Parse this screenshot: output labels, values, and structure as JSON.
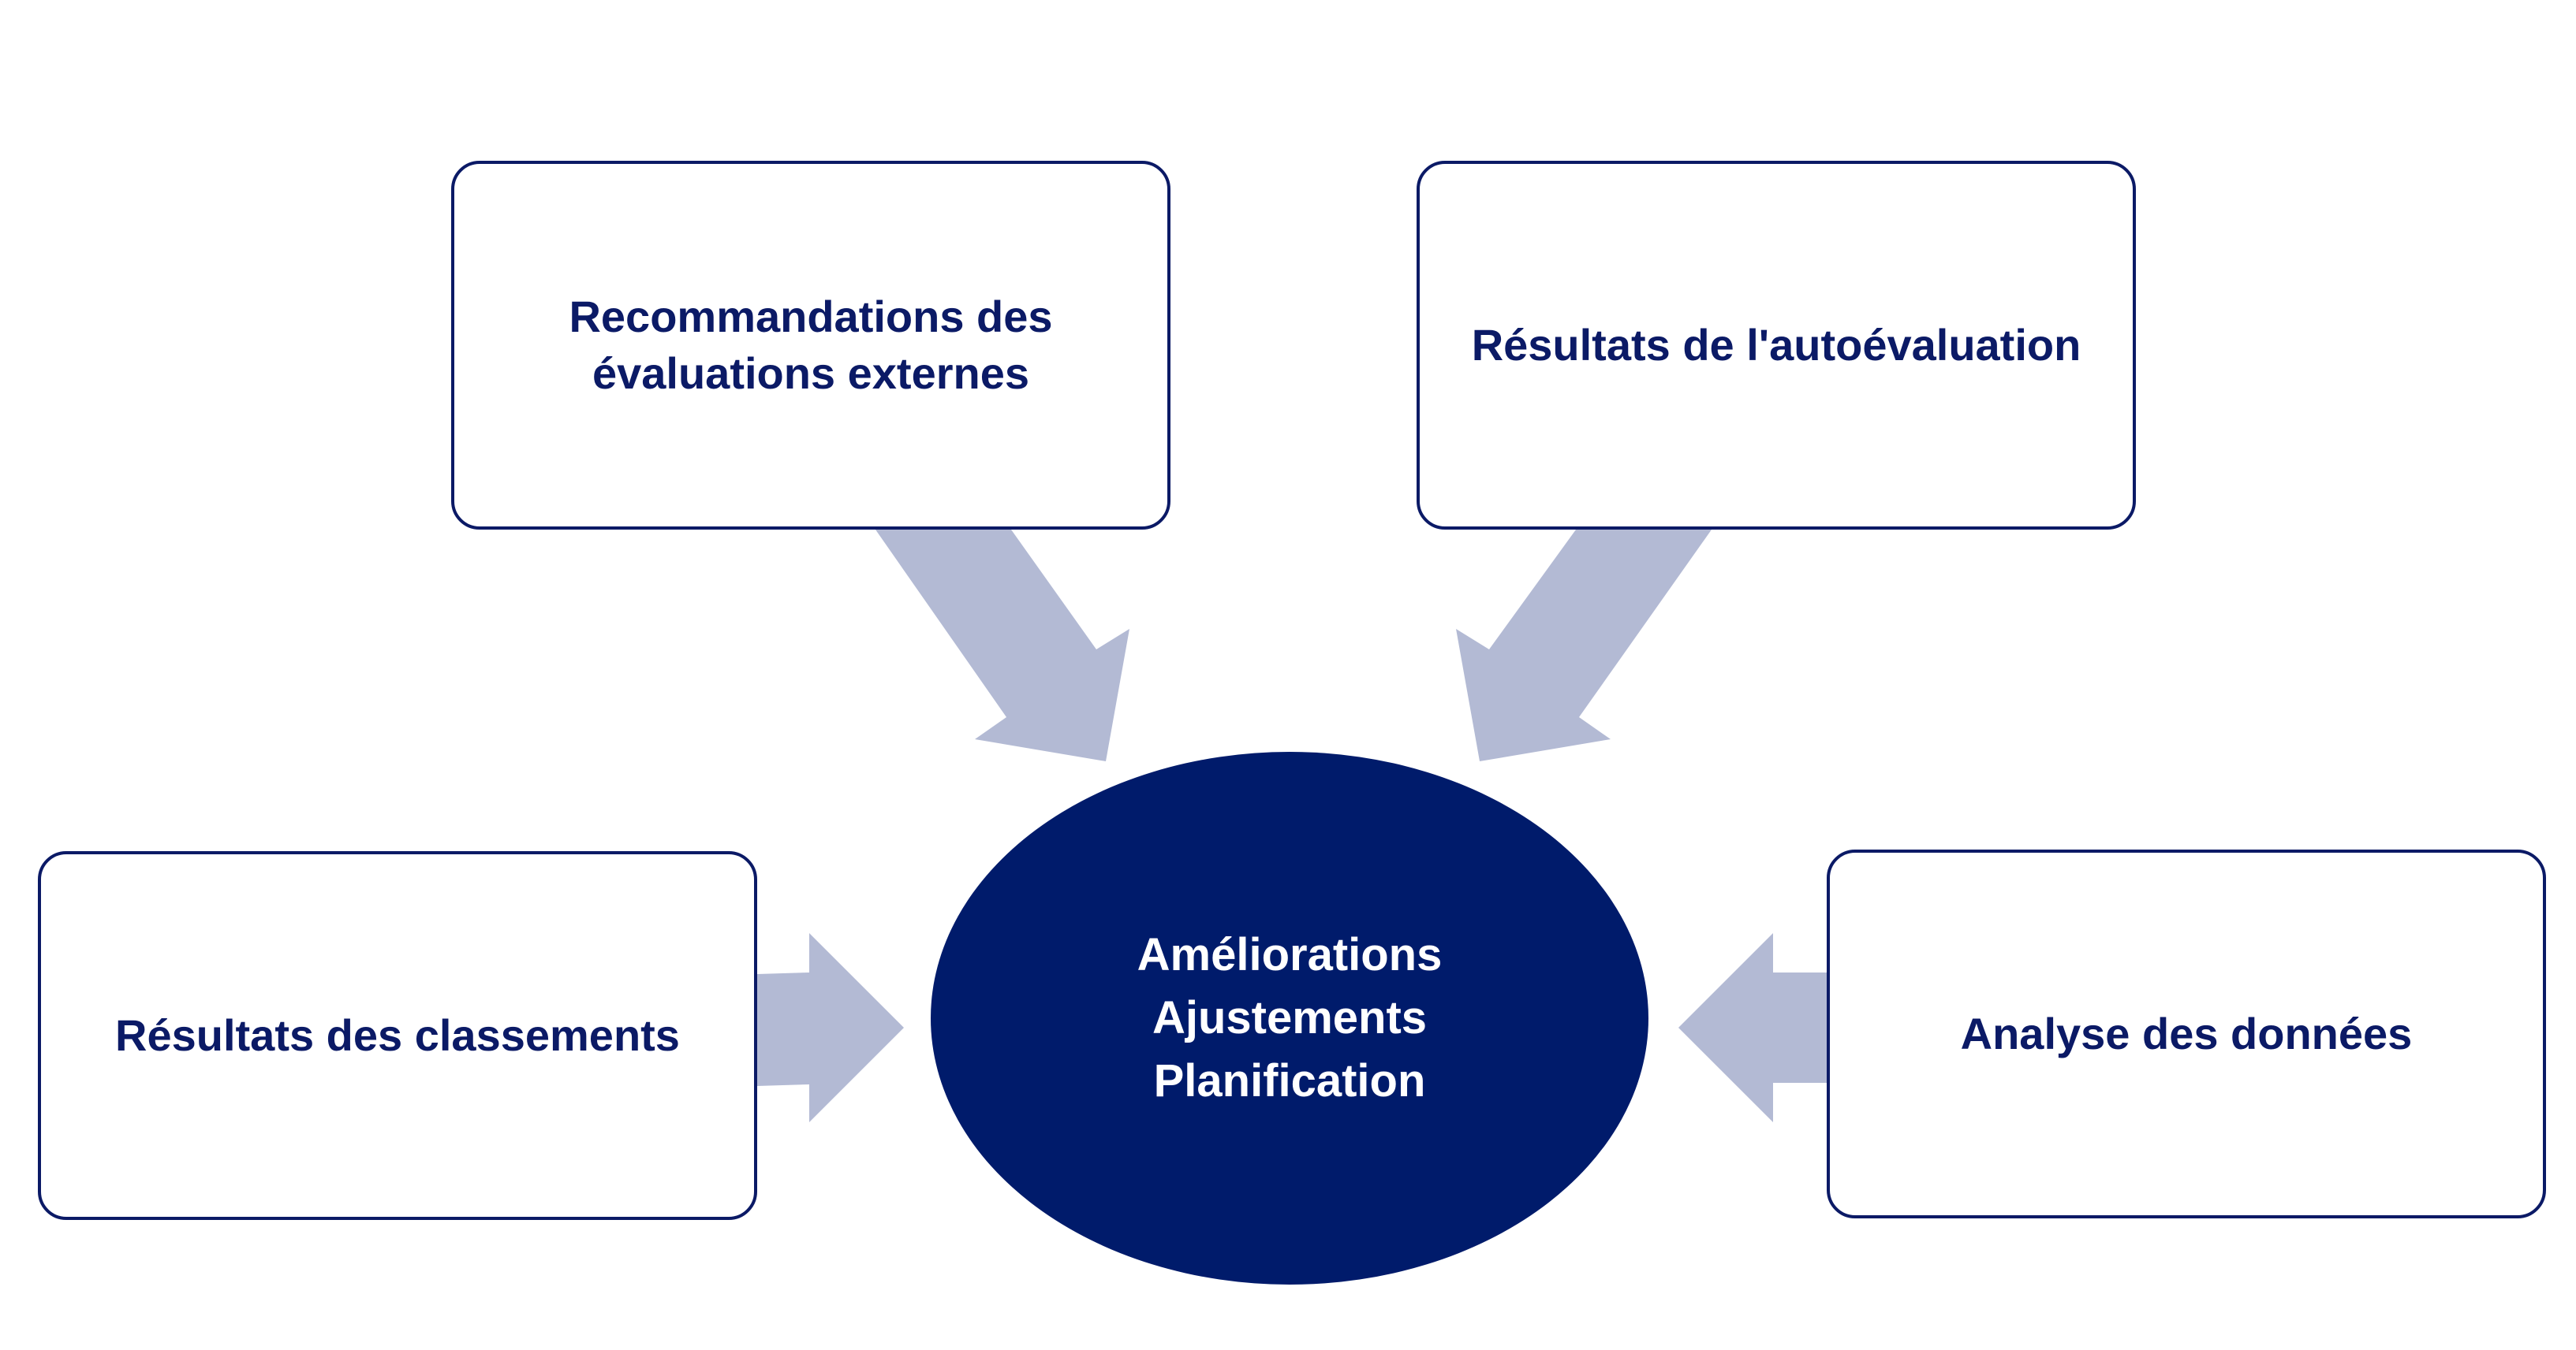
{
  "diagram": {
    "colors": {
      "box_border": "#0b1a66",
      "box_text": "#0b1a66",
      "center_fill": "#001b6b",
      "center_text": "#ffffff",
      "arrow": "#b3bad4"
    },
    "boxes": {
      "top_left": "Recommandations des\névaluations externes",
      "top_right": "Résultats de l'autoévaluation",
      "bottom_left": "Résultats des classements",
      "bottom_right": "Analyse des données"
    },
    "center": {
      "lines": [
        "Améliorations",
        "Ajustements",
        "Planification"
      ]
    }
  }
}
